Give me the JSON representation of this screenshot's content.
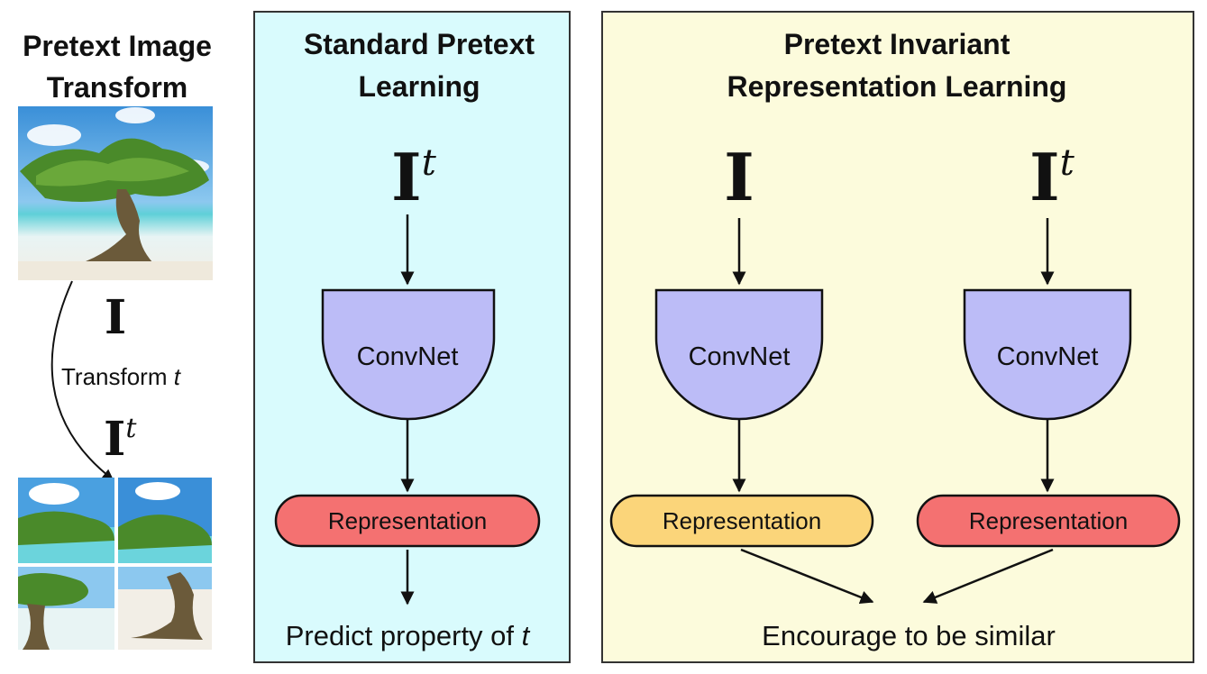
{
  "left_panel": {
    "title_line1": "Pretext Image",
    "title_line2": "Transform",
    "image_symbol": "I",
    "transform_label": "Transform ",
    "transform_var": "t",
    "transformed_symbol": "I",
    "transformed_sup": "t"
  },
  "middle_panel": {
    "title_line1": "Standard Pretext",
    "title_line2": "Learning",
    "input_symbol": "I",
    "input_sup": "t",
    "convnet_label": "ConvNet",
    "representation_label": "Representation",
    "output_text": "Predict property of ",
    "output_var": "t",
    "background": "#d9fbfd",
    "convnet_color": "#bcbcf7",
    "representation_color": "#f47171"
  },
  "right_panel": {
    "title_line1": "Pretext Invariant",
    "title_line2": "Representation Learning",
    "left_input_symbol": "I",
    "right_input_symbol": "I",
    "right_input_sup": "t",
    "left_convnet_label": "ConvNet",
    "right_convnet_label": "ConvNet",
    "left_representation_label": "Representation",
    "right_representation_label": "Representation",
    "output_text": "Encourage to be similar",
    "background": "#fcfbdc",
    "left_representation_color": "#fbd57a",
    "right_representation_color": "#f47171"
  }
}
